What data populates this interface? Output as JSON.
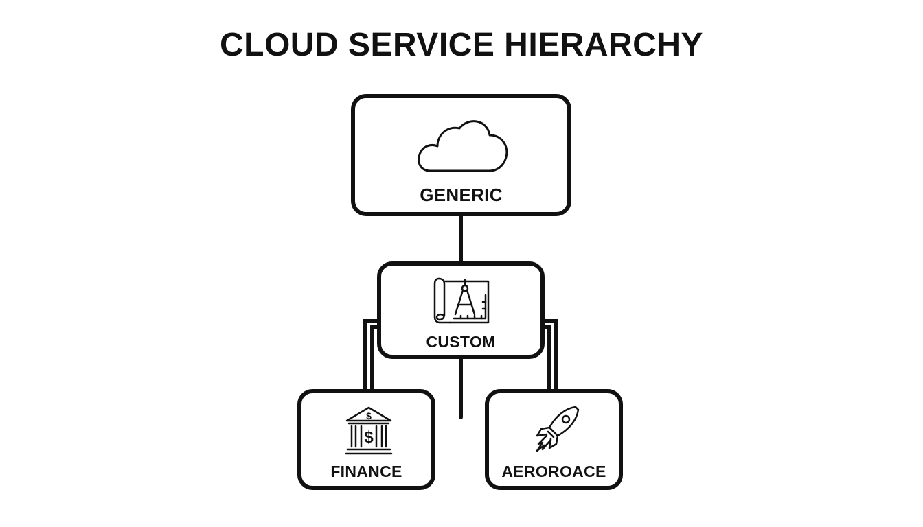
{
  "diagram": {
    "title": "CLOUD SERVICE HIERARCHY",
    "nodes": {
      "generic": {
        "label": "GENERIC",
        "icon": "cloud-icon"
      },
      "custom": {
        "label": "CUSTOM",
        "icon": "blueprint-compass-icon"
      },
      "finance": {
        "label": "FINANCE",
        "icon": "bank-dollar-icon"
      },
      "aerospace": {
        "label": "AEROROACE",
        "icon": "rocket-icon"
      }
    },
    "edges": [
      {
        "from": "GENERIC",
        "to": "CUSTOM"
      },
      {
        "from": "CUSTOM",
        "to": "FINANCE"
      },
      {
        "from": "CUSTOM",
        "to": "AEROROACE"
      }
    ],
    "colors": {
      "stroke": "#111111",
      "background": "#ffffff"
    }
  }
}
